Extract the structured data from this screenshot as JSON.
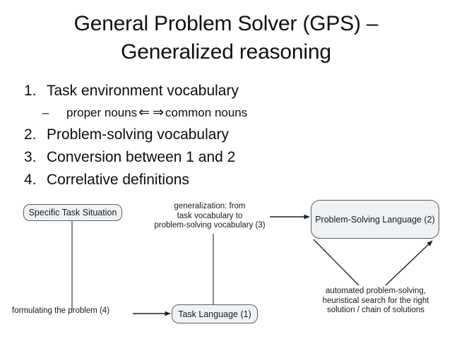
{
  "slide": {
    "title_line1": "General Problem Solver (GPS) –",
    "title_line2": "Generalized reasoning"
  },
  "list": {
    "items": [
      {
        "marker": "1.",
        "text": "Task environment vocabulary",
        "level": 1
      },
      {
        "marker": "–",
        "text": "proper nouns ⇐⇒ common nouns",
        "level": 2
      },
      {
        "marker": "2.",
        "text": "Problem-solving vocabulary",
        "level": 1
      },
      {
        "marker": "3.",
        "text": "Conversion between 1 and 2",
        "level": 1
      },
      {
        "marker": "4.",
        "text": "Correlative definitions",
        "level": 1
      }
    ],
    "sub_item_parts": {
      "before": "proper nouns",
      "left_arrow": "⇐",
      "right_arrow": "⇒",
      "after": "common nouns"
    }
  },
  "diagram": {
    "nodes": {
      "specific_task_situation": "Specific Task Situation",
      "problem_solving_language": "Problem-Solving Language (2)",
      "task_language": "Task Language (1)"
    },
    "captions": {
      "generalization_line1": "generalization: from",
      "generalization_line2": "task vocabulary to",
      "generalization_line3": "problem-solving vocabulary (3)",
      "automated_line1": "automated problem-solving,",
      "automated_line2": "heuristical search for the right",
      "automated_line3": "solution / chain of solutions",
      "formulating": "formulating the problem (4)"
    },
    "colors": {
      "node_fill": "#eef2f4",
      "node_border": "#5b5f63",
      "connector": "#2b2b2b"
    }
  }
}
